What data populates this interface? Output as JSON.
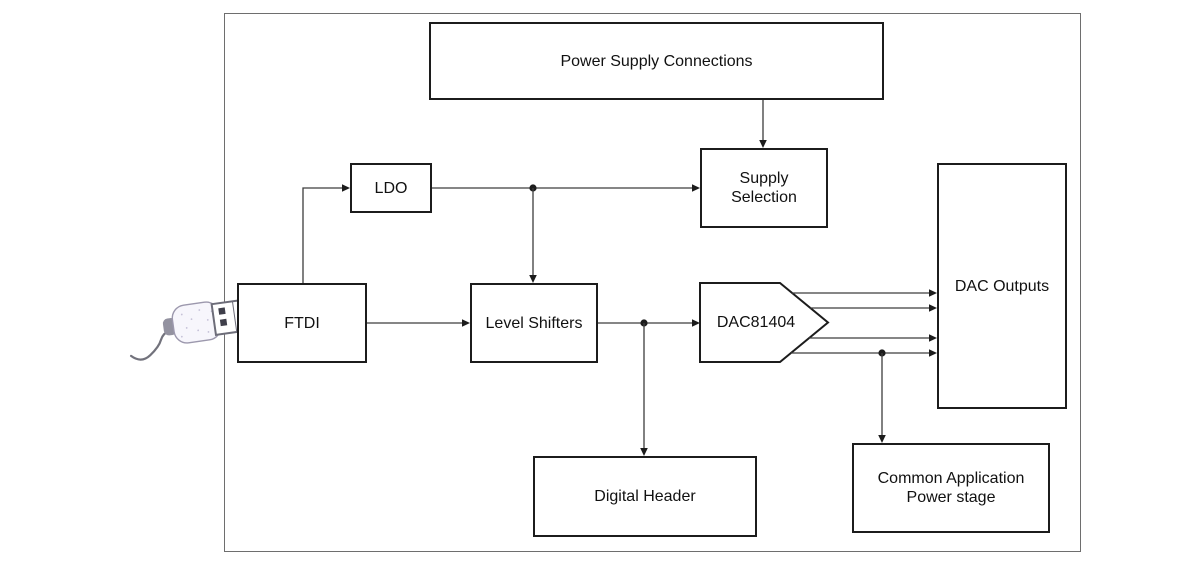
{
  "diagram": {
    "blocks": {
      "power_supply_connections": {
        "label": "Power Supply Connections"
      },
      "ldo": {
        "label": "LDO"
      },
      "supply_selection": {
        "line1": "Supply",
        "line2": "Selection"
      },
      "ftdi": {
        "label": "FTDI"
      },
      "level_shifters": {
        "label": "Level Shifters"
      },
      "dac81404": {
        "label": "DAC81404"
      },
      "dac_outputs": {
        "label": "DAC Outputs"
      },
      "digital_header": {
        "label": "Digital Header"
      },
      "common_application": {
        "line1": "Common Application",
        "line2": "Power stage"
      }
    },
    "icons": {
      "usb": "usb-plug-icon"
    },
    "connections": [
      {
        "from": "usb",
        "to": "ftdi",
        "arrow": false
      },
      {
        "from": "ftdi",
        "to": "ldo",
        "arrow": true
      },
      {
        "from": "ldo",
        "to": "supply_selection",
        "arrow": true
      },
      {
        "from": "ldo",
        "to": "level_shifters",
        "arrow": true
      },
      {
        "from": "power_supply_connections",
        "to": "supply_selection",
        "arrow": true
      },
      {
        "from": "ftdi",
        "to": "level_shifters",
        "arrow": true
      },
      {
        "from": "level_shifters",
        "to": "dac81404",
        "arrow": true
      },
      {
        "from": "level_shifters",
        "to": "digital_header",
        "arrow": true
      },
      {
        "from": "dac81404",
        "to": "dac_outputs",
        "arrow": true,
        "lines": 4
      },
      {
        "from": "dac81404",
        "to": "common_application",
        "arrow": true
      }
    ],
    "colors": {
      "box_border": "#1c1c1c",
      "connector": "#3d3d3d",
      "outer_border": "#6e6e6e",
      "background": "#ffffff",
      "text": "#111111"
    }
  }
}
